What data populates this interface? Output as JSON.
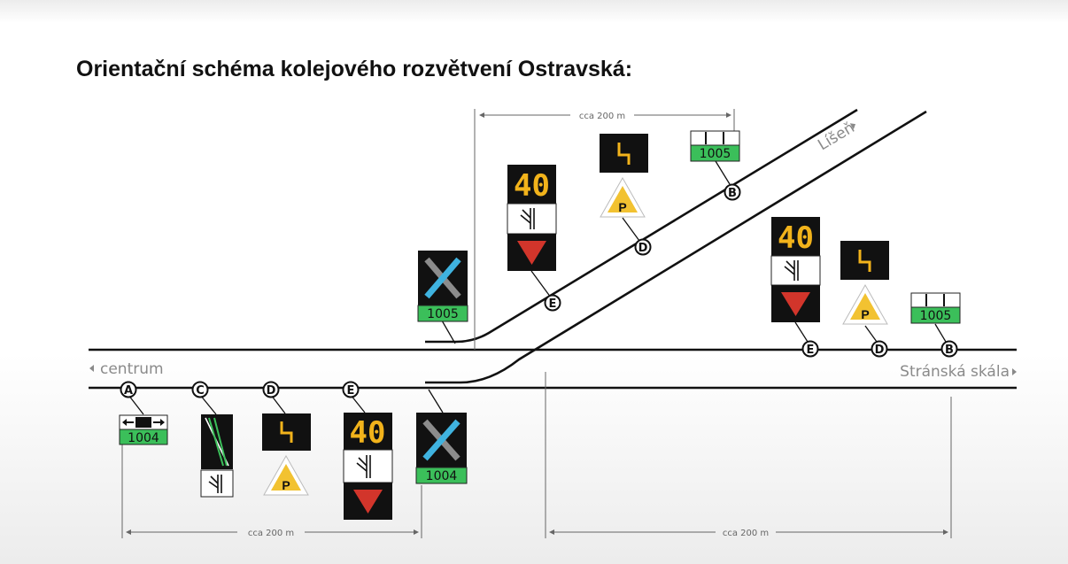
{
  "title": "Orientační schéma kolejového rozvětvení Ostravská:",
  "directions": {
    "left": "centrum",
    "right": "Stránská skála",
    "branch": "Líšeň"
  },
  "distances": {
    "top": "cca 200 m",
    "bottom_left": "cca 200 m",
    "bottom_right": "cca 200 m"
  },
  "markers": {
    "a": "A",
    "b": "B",
    "c": "C",
    "d": "D",
    "e": "E"
  },
  "signs": {
    "switch_1004": "1004",
    "switch_1005": "1005",
    "cross_1005": "1005",
    "cross_1004": "1004",
    "speed_value": "40",
    "p_label": "P"
  },
  "colors": {
    "green_plate": "#3bbf5a",
    "speed_yellow": "#f2b31b",
    "cross_blue": "#3fb3e0",
    "cross_grey": "#8c8c8c",
    "triangle_red": "#d2352b",
    "triangle_yellow": "#f2c231"
  }
}
